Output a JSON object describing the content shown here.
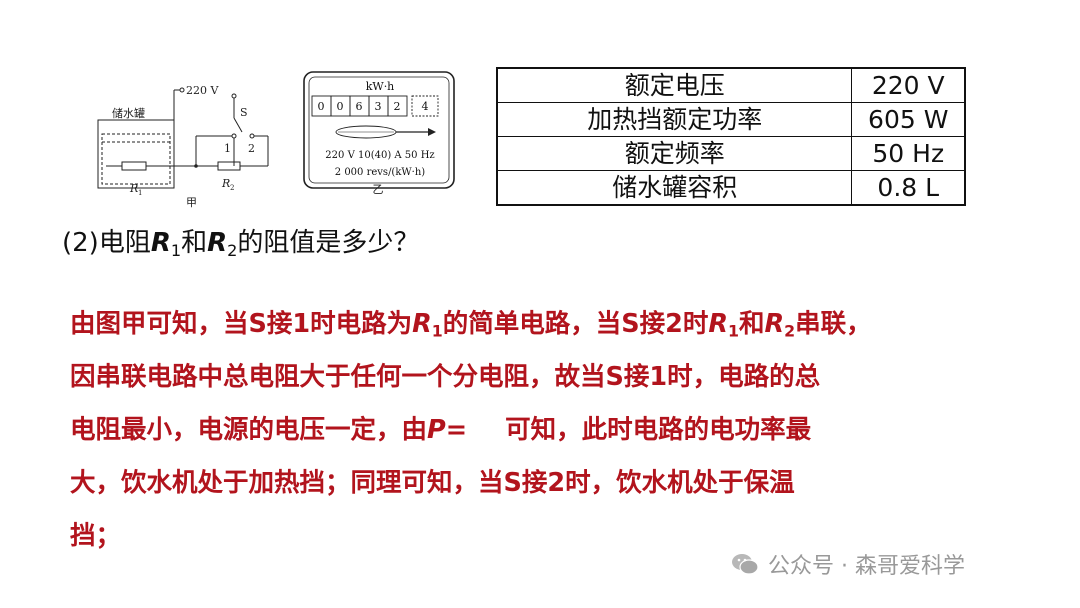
{
  "figure_jia": {
    "caption": "甲",
    "tank_label": "储水罐",
    "supply_label": "220 V",
    "switch_label": "S",
    "contact_1": "1",
    "contact_2": "2",
    "r1_label": "R",
    "r1_sub": "1",
    "r2_label": "R",
    "r2_sub": "2"
  },
  "figure_yi": {
    "caption": "乙",
    "unit": "kW·h",
    "digits": [
      "0",
      "0",
      "6",
      "3",
      "2",
      "4"
    ],
    "rating": "220 V  10(40) A  50 Hz",
    "constant": "2 000 revs/(kW·h)"
  },
  "spec_table": [
    {
      "key": "额定电压",
      "value": "220 V"
    },
    {
      "key": "加热挡额定功率",
      "value": "605 W"
    },
    {
      "key": "额定频率",
      "value": "50 Hz"
    },
    {
      "key": "储水罐容积",
      "value": "0.8 L"
    }
  ],
  "question": {
    "prefix": "(2)电阻",
    "r": "R",
    "sub1": "1",
    "and": "和",
    "sub2": "2",
    "suffix": "的阻值是多少？"
  },
  "answer": {
    "line1_a": "由图甲可知，当S接1时电路为",
    "line1_r": "R",
    "line1_sub": "1",
    "line1_b": "的简单电路，当S接2时",
    "line1_r2": "R",
    "line1_sub2": "1",
    "line1_c": "和",
    "line1_r3": "R",
    "line1_sub3": "2",
    "line1_d": "串联，",
    "line2": "因串联电路中总电阻大于任何一个分电阻，故当S接1时，电路的总",
    "line3_a": "电阻最小，电源的电压一定，由",
    "line3_p": "P",
    "line3_eq": "=",
    "line3_b": "可知，此时电路的电功率最",
    "line4": "大，饮水机处于加热挡；同理可知，当S接2时，饮水机处于保温",
    "line5": "挡；"
  },
  "watermark": {
    "text": "公众号 · 森哥爱科学",
    "icon": "wechat-icon"
  }
}
